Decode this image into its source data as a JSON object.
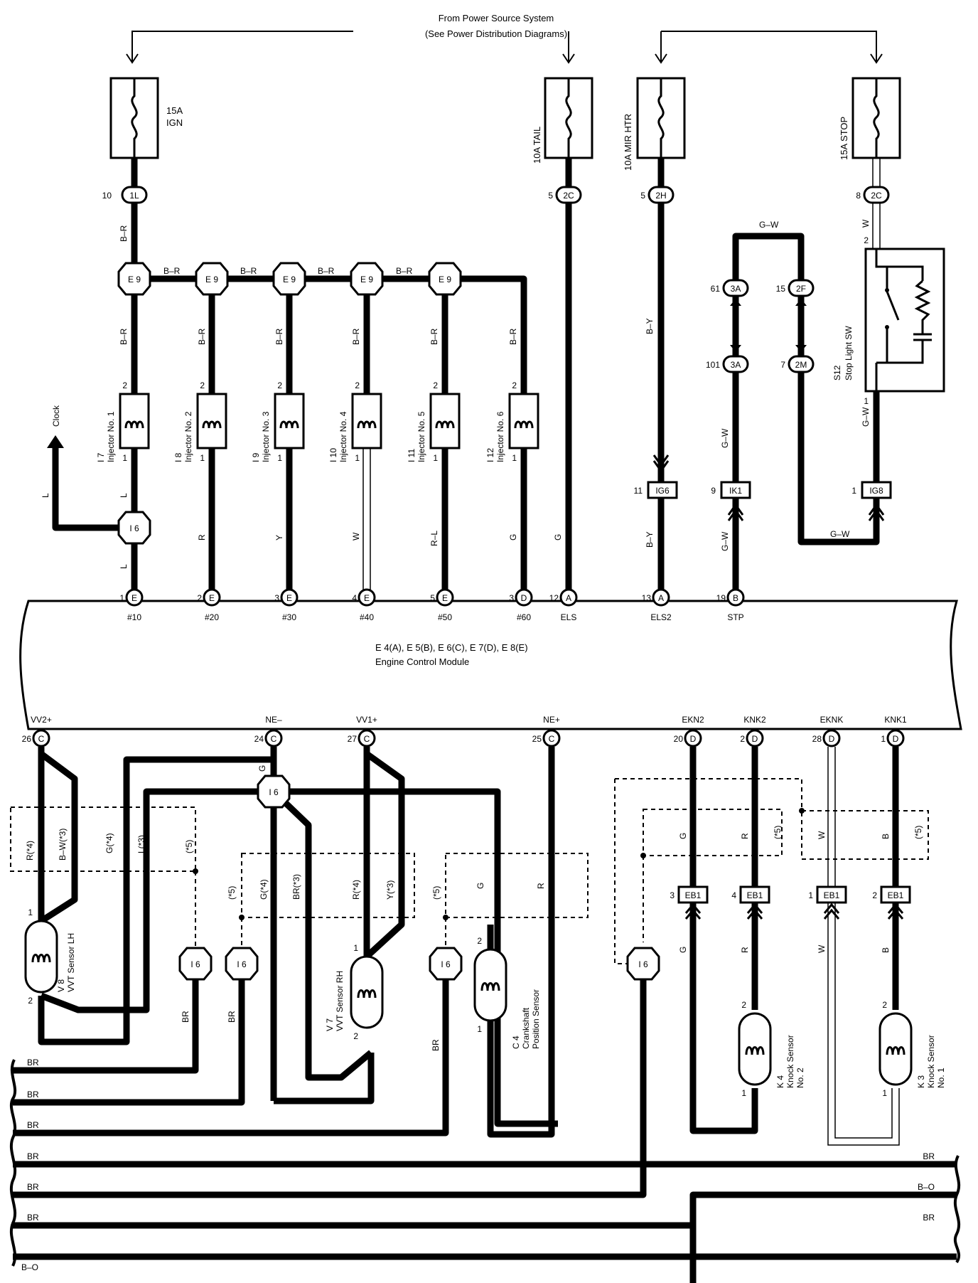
{
  "header": {
    "line1": "From Power Source System",
    "line2": "(See Power Distribution Diagrams)"
  },
  "fuses": [
    {
      "id": "fuse-ign",
      "label1": "15A",
      "label2": "IGN"
    },
    {
      "id": "fuse-tail",
      "label1": "10A TAIL",
      "label2": ""
    },
    {
      "id": "fuse-mirhtr",
      "label1": "10A MIR HTR",
      "label2": ""
    },
    {
      "id": "fuse-stop",
      "label1": "15A STOP",
      "label2": ""
    }
  ],
  "connectors_top": [
    {
      "pin": "10",
      "code": "1L"
    },
    {
      "pin": "5",
      "code": "2C"
    },
    {
      "pin": "5",
      "code": "2H"
    },
    {
      "pin": "8",
      "code": "2C"
    }
  ],
  "junctions": {
    "e9": "E 9",
    "i6": "I 6",
    "a3_61": {
      "pin": "61",
      "code": "3A"
    },
    "f2_15": {
      "pin": "15",
      "code": "2F"
    },
    "a3_101": {
      "pin": "101",
      "code": "3A"
    },
    "m2_7": {
      "pin": "7",
      "code": "2M"
    },
    "ig6": {
      "pin": "11",
      "code": "IG6"
    },
    "ik1": {
      "pin": "9",
      "code": "IK1"
    },
    "ig8": {
      "pin": "1",
      "code": "IG8"
    }
  },
  "wire_colors": {
    "br": "B–R",
    "by": "B–Y",
    "gw": "G–W",
    "w": "W",
    "l": "L",
    "r": "R",
    "y": "Y",
    "rl": "R–L",
    "g": "G",
    "brown": "BR",
    "bo": "B–O",
    "b": "B"
  },
  "injectors": [
    {
      "id": "I 7",
      "name": "Injector No. 1",
      "pin_top": "2",
      "pin_bot": "1",
      "wire": "L"
    },
    {
      "id": "I 8",
      "name": "Injector No. 2",
      "pin_top": "2",
      "pin_bot": "1",
      "wire": "R"
    },
    {
      "id": "I 9",
      "name": "Injector No. 3",
      "pin_top": "2",
      "pin_bot": "1",
      "wire": "Y"
    },
    {
      "id": "I 10",
      "name": "Injector No. 4",
      "pin_top": "2",
      "pin_bot": "1",
      "wire": "W"
    },
    {
      "id": "I 11",
      "name": "Injector No. 5",
      "pin_top": "2",
      "pin_bot": "1",
      "wire": "R–L"
    },
    {
      "id": "I 12",
      "name": "Injector No. 6",
      "pin_top": "2",
      "pin_bot": "1",
      "wire": "G"
    }
  ],
  "clock_label": "Clock",
  "stop_switch": {
    "id": "S12",
    "name": "Stop Light SW",
    "pin_top": "2",
    "pin_bot": "1"
  },
  "ecm_top_pins": [
    {
      "pin": "1",
      "code": "E",
      "name": "#10"
    },
    {
      "pin": "2",
      "code": "E",
      "name": "#20"
    },
    {
      "pin": "3",
      "code": "E",
      "name": "#30"
    },
    {
      "pin": "4",
      "code": "E",
      "name": "#40"
    },
    {
      "pin": "5",
      "code": "E",
      "name": "#50"
    },
    {
      "pin": "3",
      "code": "D",
      "name": "#60"
    },
    {
      "pin": "12",
      "code": "A",
      "name": "ELS"
    },
    {
      "pin": "13",
      "code": "A",
      "name": "ELS2"
    },
    {
      "pin": "19",
      "code": "B",
      "name": "STP"
    }
  ],
  "ecm": {
    "line1": "E 4(A), E 5(B), E 6(C), E 7(D), E 8(E)",
    "line2": "Engine Control Module"
  },
  "ecm_bottom_pins": [
    {
      "pin": "26",
      "code": "C",
      "name": "VV2+"
    },
    {
      "pin": "24",
      "code": "C",
      "name": "NE–"
    },
    {
      "pin": "27",
      "code": "C",
      "name": "VV1+"
    },
    {
      "pin": "25",
      "code": "C",
      "name": "NE+"
    },
    {
      "pin": "20",
      "code": "D",
      "name": "EKN2"
    },
    {
      "pin": "2",
      "code": "D",
      "name": "KNK2"
    },
    {
      "pin": "28",
      "code": "D",
      "name": "EKNK"
    },
    {
      "pin": "1",
      "code": "D",
      "name": "KNK1"
    }
  ],
  "lower_wire_labels": {
    "r4": "R(*4)",
    "bw3": "B–W(*3)",
    "g4": "G(*4)",
    "l3": "L(*3)",
    "s5": "(*5)",
    "g4b": "G(*4)",
    "br3": "BR(*3)",
    "r4b": "R(*4)",
    "y3": "Y(*3)"
  },
  "eb1": [
    {
      "pin": "3",
      "code": "EB1"
    },
    {
      "pin": "4",
      "code": "EB1"
    },
    {
      "pin": "1",
      "code": "EB1"
    },
    {
      "pin": "2",
      "code": "EB1"
    }
  ],
  "sensors": [
    {
      "id": "V 8",
      "name": "VVT Sensor LH",
      "pin_top": "1",
      "pin_bot": "2"
    },
    {
      "id": "V 7",
      "name": "VVT Sensor RH",
      "pin_top": "1",
      "pin_bot": "2"
    },
    {
      "id": "C 4",
      "name1": "Crankshaft",
      "name2": "Position Sensor",
      "pin_top": "2",
      "pin_bot": "1"
    },
    {
      "id": "K 4",
      "name1": "Knock Sensor",
      "name2": "No. 2",
      "pin_top": "2",
      "pin_bot": "1"
    },
    {
      "id": "K 3",
      "name1": "Knock Sensor",
      "name2": "No. 1",
      "pin_top": "2",
      "pin_bot": "1"
    }
  ],
  "ground_labels": {
    "br": "BR",
    "bo": "B–O"
  }
}
